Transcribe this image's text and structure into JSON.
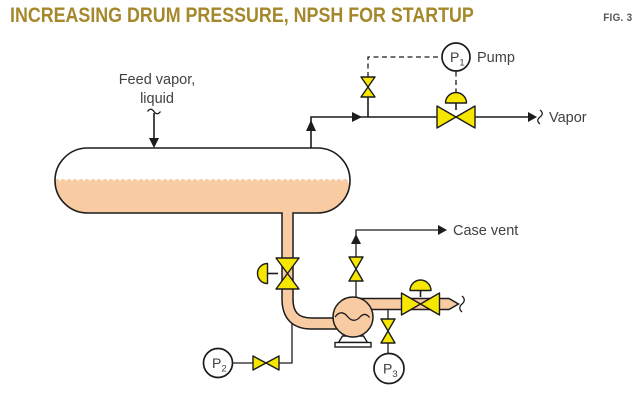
{
  "header": {
    "title": "INCREASING DRUM PRESSURE, NPSH FOR STARTUP",
    "figure_label": "FIG. 3"
  },
  "diagram": {
    "labels": {
      "feed_line1": "Feed vapor,",
      "feed_line2": "liquid",
      "pump": "Pump",
      "vapor": "Vapor",
      "case_vent": "Case vent"
    },
    "instruments": {
      "p1": {
        "letter": "P",
        "sub": "1"
      },
      "p2": {
        "letter": "P",
        "sub": "2"
      },
      "p3": {
        "letter": "P",
        "sub": "3"
      }
    }
  },
  "colors": {
    "title_gold": "#a6882c",
    "fig_gray": "#55565a",
    "line_dark": "#1c1c1c",
    "text_gray": "#414042",
    "valve_yellow": "#f6e600",
    "liquid_peach": "#f8cba2"
  }
}
